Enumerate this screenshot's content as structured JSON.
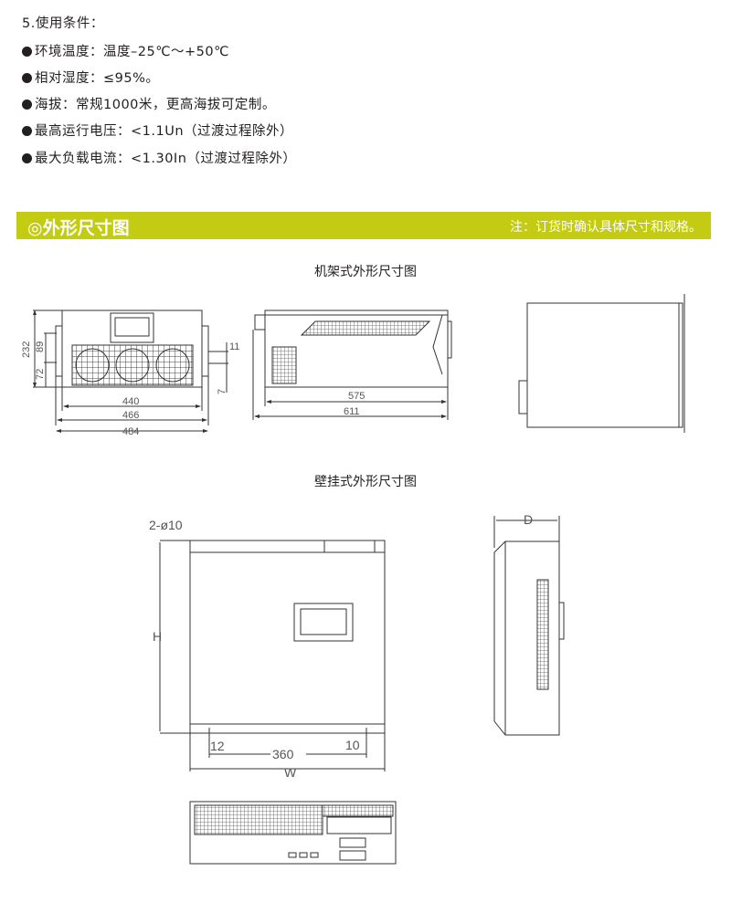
{
  "conditions": {
    "heading": "5.使用条件：",
    "items": [
      "环境温度：温度–25℃～+50℃",
      "相对湿度：≤95%。",
      "海拔：常规1000米，更高海拔可定制。",
      "最高运行电压：<1.1Un（过渡过程除外）",
      "最大负载电流：<1.30In（过渡过程除外）"
    ]
  },
  "section": {
    "title": "◎外形尺寸图",
    "note": "注：订货时确认具体尺寸和规格。",
    "accent_color": "#c3cc12"
  },
  "rack": {
    "title": "机架式外形尺寸图",
    "dims": {
      "h232": "232",
      "h89": "89",
      "h72": "72",
      "w440": "440",
      "w466": "466",
      "w484": "484",
      "d11": "11",
      "d7": "7",
      "l575": "575",
      "l611": "611"
    }
  },
  "wall": {
    "title": "壁挂式外形尺寸图",
    "dims": {
      "hole": "2-ø10",
      "h": "H",
      "w": "W",
      "d": "D",
      "w360": "360",
      "m12": "12",
      "m10": "10"
    }
  }
}
